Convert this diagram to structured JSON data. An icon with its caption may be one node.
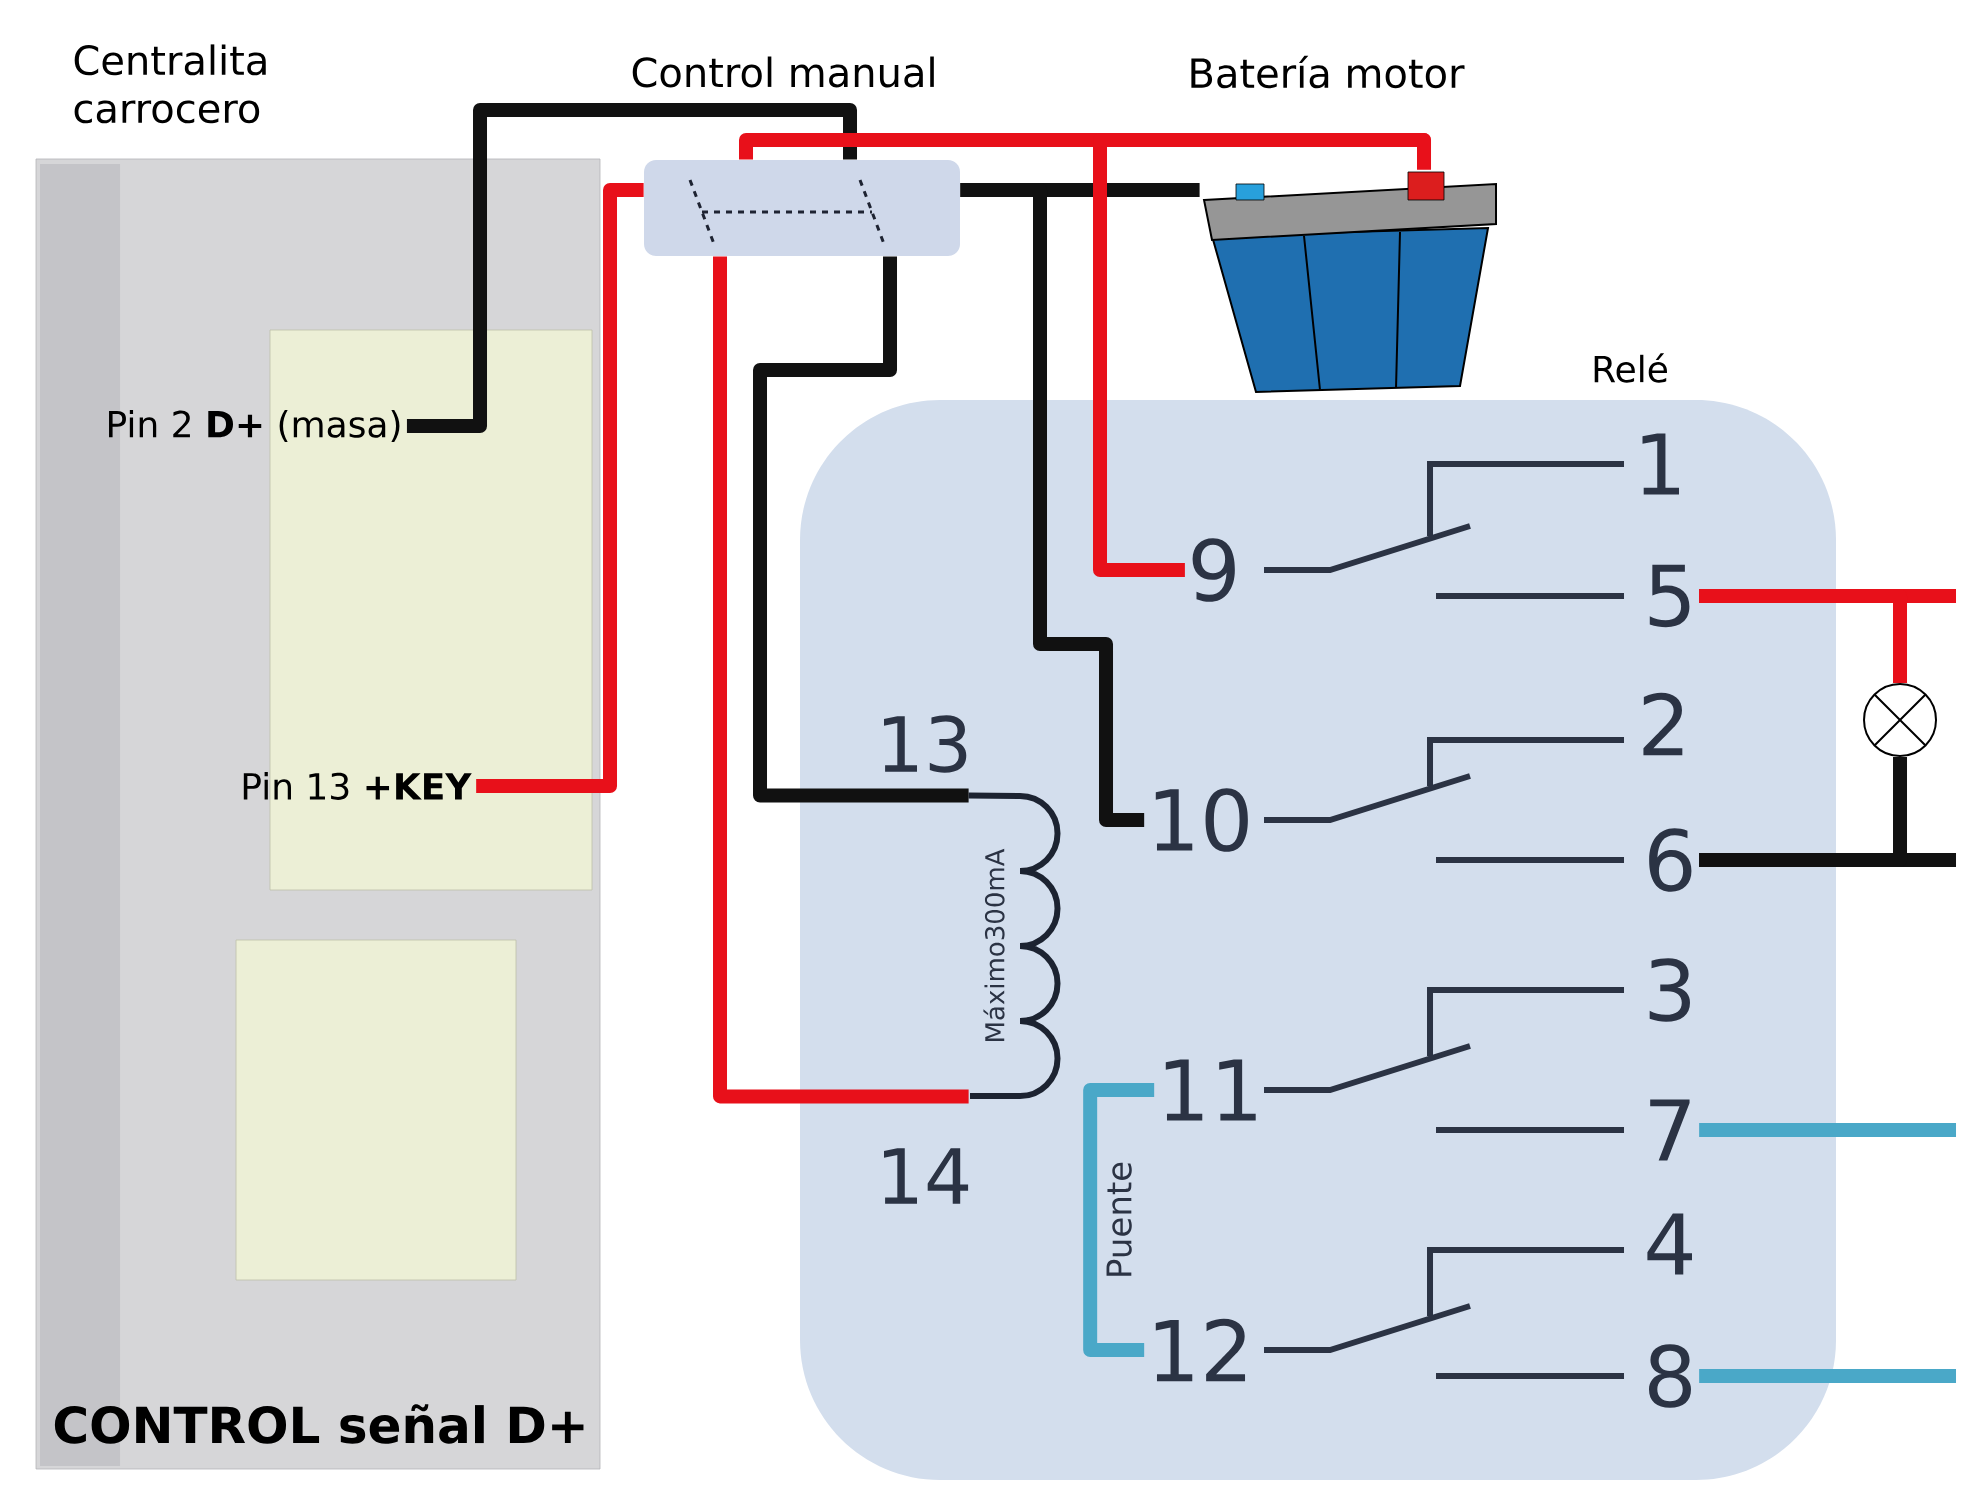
{
  "diagram": {
    "title": "CONTROL señal D+",
    "nodes": [
      {
        "text": [
          "Centralita carrocero"
        ]
      },
      {
        "text": [
          "Pin 2 **D+** (masa)"
        ],
        "in": 0
      },
      {
        "text": [
          "Pin 13 **+KEY**"
        ],
        "in": 0
      },
      {
        "text": [
          "Control manual"
        ]
      },
      {
        "text": [
          "Batería motor"
        ]
      },
      {
        "text": [
          "Relé"
        ]
      },
      {
        "text": [
          "1"
        ],
        "in": 5
      },
      {
        "text": [
          "9"
        ],
        "in": 5
      },
      {
        "text": [
          "5"
        ],
        "in": 5
      },
      {
        "text": [
          "2"
        ],
        "in": 5
      },
      {
        "text": [
          "10"
        ],
        "in": 5
      },
      {
        "text": [
          "6"
        ],
        "in": 5
      },
      {
        "text": [
          "3"
        ],
        "in": 5
      },
      {
        "text": [
          "11"
        ],
        "in": 5
      },
      {
        "text": [
          "7"
        ],
        "in": 5
      },
      {
        "text": [
          "4"
        ],
        "in": 5
      },
      {
        "text": [
          "12"
        ],
        "in": 5
      },
      {
        "text": [
          "8"
        ],
        "in": 5
      },
      {
        "text": [
          "Máximo300mA"
        ],
        "beside": [
          "13",
          "14"
        ],
        "in": 5
      },
      {
        "text": [],
        "shape": "circle"
      }
    ],
    "edges": [
      {
        "from": 1,
        "to": 3,
        "arrow": "none",
        "color": "#111111"
      },
      {
        "from": 2,
        "to": 3,
        "arrow": "none",
        "color": "#e8101a"
      },
      {
        "from": 4,
        "to": 3,
        "arrow": "none",
        "color": "#e8101a"
      },
      {
        "from": 3,
        "to": 4,
        "arrow": "none",
        "color": "#111111"
      },
      {
        "from": 3,
        "to": 10,
        "arrow": "none",
        "color": "#111111"
      },
      {
        "from": 4,
        "to": 7,
        "arrow": "none",
        "color": "#e8101a"
      },
      {
        "from": 3,
        "to": 18,
        "arrow": "none",
        "color": "#111111"
      },
      {
        "from": 3,
        "to": 18,
        "arrow": "none",
        "color": "#e8101a"
      },
      {
        "from": 8,
        "to": null,
        "arrow": "none",
        "color": "#e8101a"
      },
      {
        "from": 11,
        "to": null,
        "arrow": "none",
        "color": "#111111"
      },
      {
        "from": 8,
        "to": 19,
        "arrow": "none",
        "color": "#e8101a"
      },
      {
        "from": 19,
        "to": 11,
        "arrow": "none",
        "color": "#111111"
      },
      {
        "from": 14,
        "to": null,
        "arrow": "none",
        "color": "#4aa8c8"
      },
      {
        "from": 17,
        "to": null,
        "arrow": "none",
        "color": "#4aa8c8"
      },
      {
        "from": 13,
        "to": 16,
        "label": "Puente",
        "arrow": "none",
        "color": "#4aa8c8"
      }
    ]
  }
}
